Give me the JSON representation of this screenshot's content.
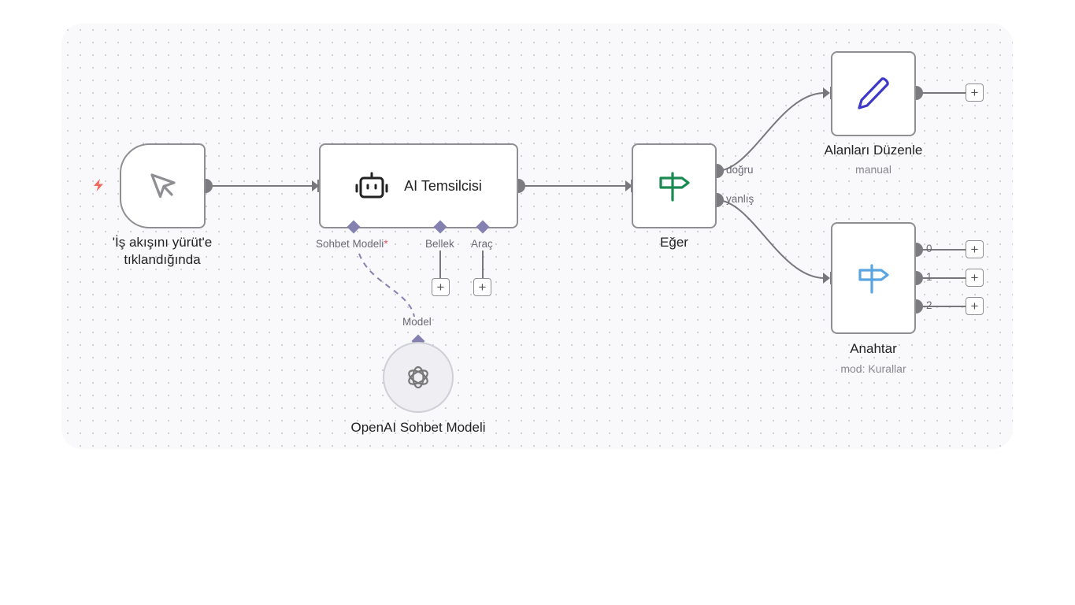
{
  "nodes": {
    "trigger": {
      "label": "'İş akışını yürüt'e tıklandığında",
      "label_line1": "'İş akışını yürüt'e",
      "label_line2": "tıklandığında",
      "icon": "cursor-icon"
    },
    "agent": {
      "title": "AI Temsilcisi",
      "icon": "robot-icon",
      "ports": {
        "chat_model": "Sohbet Modeli",
        "chat_model_required": "*",
        "memory": "Bellek",
        "tool": "Araç"
      }
    },
    "if": {
      "label": "Eğer",
      "icon": "signpost-icon",
      "outputs": {
        "true": "doğru",
        "false": "yanlış"
      }
    },
    "edit_fields": {
      "label": "Alanları Düzenle",
      "sublabel": "manual",
      "icon": "pencil-icon"
    },
    "switch": {
      "label": "Anahtar",
      "sublabel": "mod: Kurallar",
      "icon": "signpost-icon",
      "outputs": [
        "0",
        "1",
        "2"
      ]
    },
    "openai": {
      "label": "OpenAI Sohbet Modeli",
      "port_label": "Model",
      "icon": "openai-icon"
    }
  },
  "add_button_label": "+",
  "colors": {
    "wire": "#77777c",
    "port": "#7b7b80",
    "sub_port": "#8480b0",
    "if_icon": "#1b8a52",
    "switch_icon": "#5aa5e0",
    "pencil_icon": "#3d38c8",
    "trigger_bolt": "#ee6a5b"
  }
}
